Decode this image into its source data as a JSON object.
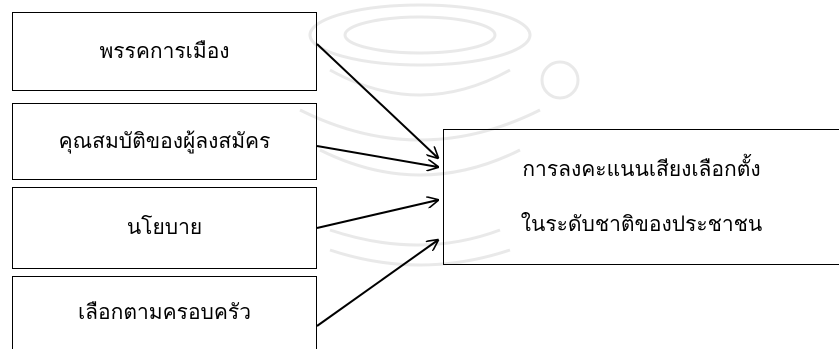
{
  "factors": [
    {
      "label": "พรรคการเมือง"
    },
    {
      "label": "คุณสมบัติของผู้ลงสมัคร"
    },
    {
      "label": "นโยบาย"
    },
    {
      "label": "เลือกตามครอบครัว"
    }
  ],
  "outcome": {
    "line1": "การลงคะแนนเสียงเลือกตั้ง",
    "line2": "ในระดับชาติของประชาชน"
  }
}
